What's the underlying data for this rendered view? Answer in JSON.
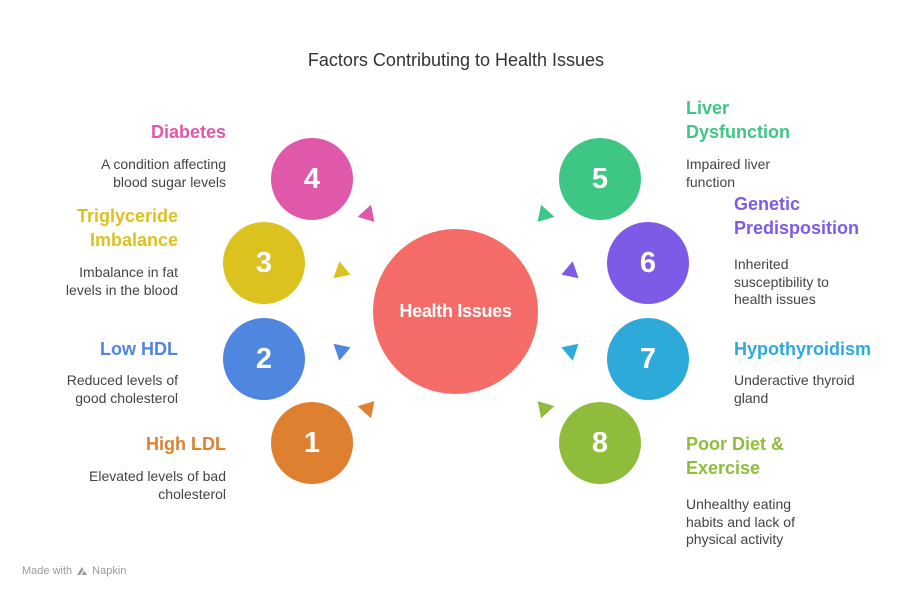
{
  "title": "Factors Contributing to Health Issues",
  "hub": {
    "label": "Health Issues",
    "color": "#F56B68"
  },
  "factors": [
    {
      "number": "1",
      "heading": "High LDL",
      "description": "Elevated levels of bad cholesterol",
      "color": "#DE8030"
    },
    {
      "number": "2",
      "heading": "Low HDL",
      "description": "Reduced levels of good cholesterol",
      "color": "#4E86E0"
    },
    {
      "number": "3",
      "heading": "Triglyceride Imbalance",
      "description": "Imbalance in fat levels in the blood",
      "color": "#DCC21E"
    },
    {
      "number": "4",
      "heading": "Diabetes",
      "description": "A condition affecting blood sugar levels",
      "color": "#DF58A9"
    },
    {
      "number": "5",
      "heading": "Liver Dysfunction",
      "description": "Impaired liver function",
      "color": "#3DC684"
    },
    {
      "number": "6",
      "heading": "Genetic Predisposition",
      "description": "Inherited susceptibility to health issues",
      "color": "#7D5BE6"
    },
    {
      "number": "7",
      "heading": "Hypothyroidism",
      "description": "Underactive thyroid gland",
      "color": "#2DA9DA"
    },
    {
      "number": "8",
      "heading": "Poor Diet & Exercise",
      "description": "Unhealthy eating habits and lack of physical activity",
      "color": "#8FBD3B"
    }
  ],
  "footer": {
    "prefix": "Made with",
    "brand": "Napkin"
  }
}
